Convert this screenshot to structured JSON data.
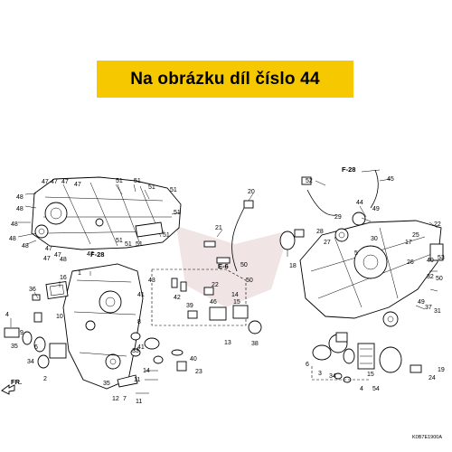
{
  "banner": {
    "text": "Na obrázku díl číslo 44"
  },
  "diagram": {
    "code": "K0B7E1900A",
    "refs": {
      "f28a": "F-28",
      "f28b": "F-28",
      "e6": "E-6",
      "fr": "FR."
    },
    "labels": [
      "47",
      "47",
      "47",
      "47",
      "48",
      "48",
      "48",
      "48",
      "48",
      "47",
      "47",
      "47",
      "48",
      "47",
      "51",
      "51",
      "51",
      "51",
      "51",
      "51",
      "51",
      "51",
      "51",
      "16",
      "36",
      "10",
      "1",
      "4",
      "9",
      "35",
      "34",
      "6",
      "2",
      "35",
      "12",
      "7",
      "11",
      "11",
      "41",
      "8",
      "41",
      "33",
      "14",
      "40",
      "23",
      "20",
      "21",
      "50",
      "50",
      "43",
      "42",
      "39",
      "46",
      "14",
      "15",
      "13",
      "38",
      "22",
      "52",
      "45",
      "44",
      "49",
      "29",
      "28",
      "5",
      "30",
      "26",
      "31",
      "32",
      "40",
      "17",
      "25",
      "27",
      "18",
      "22",
      "53",
      "50",
      "49",
      "37",
      "3",
      "34",
      "6",
      "24",
      "19",
      "4",
      "15",
      "54"
    ]
  }
}
